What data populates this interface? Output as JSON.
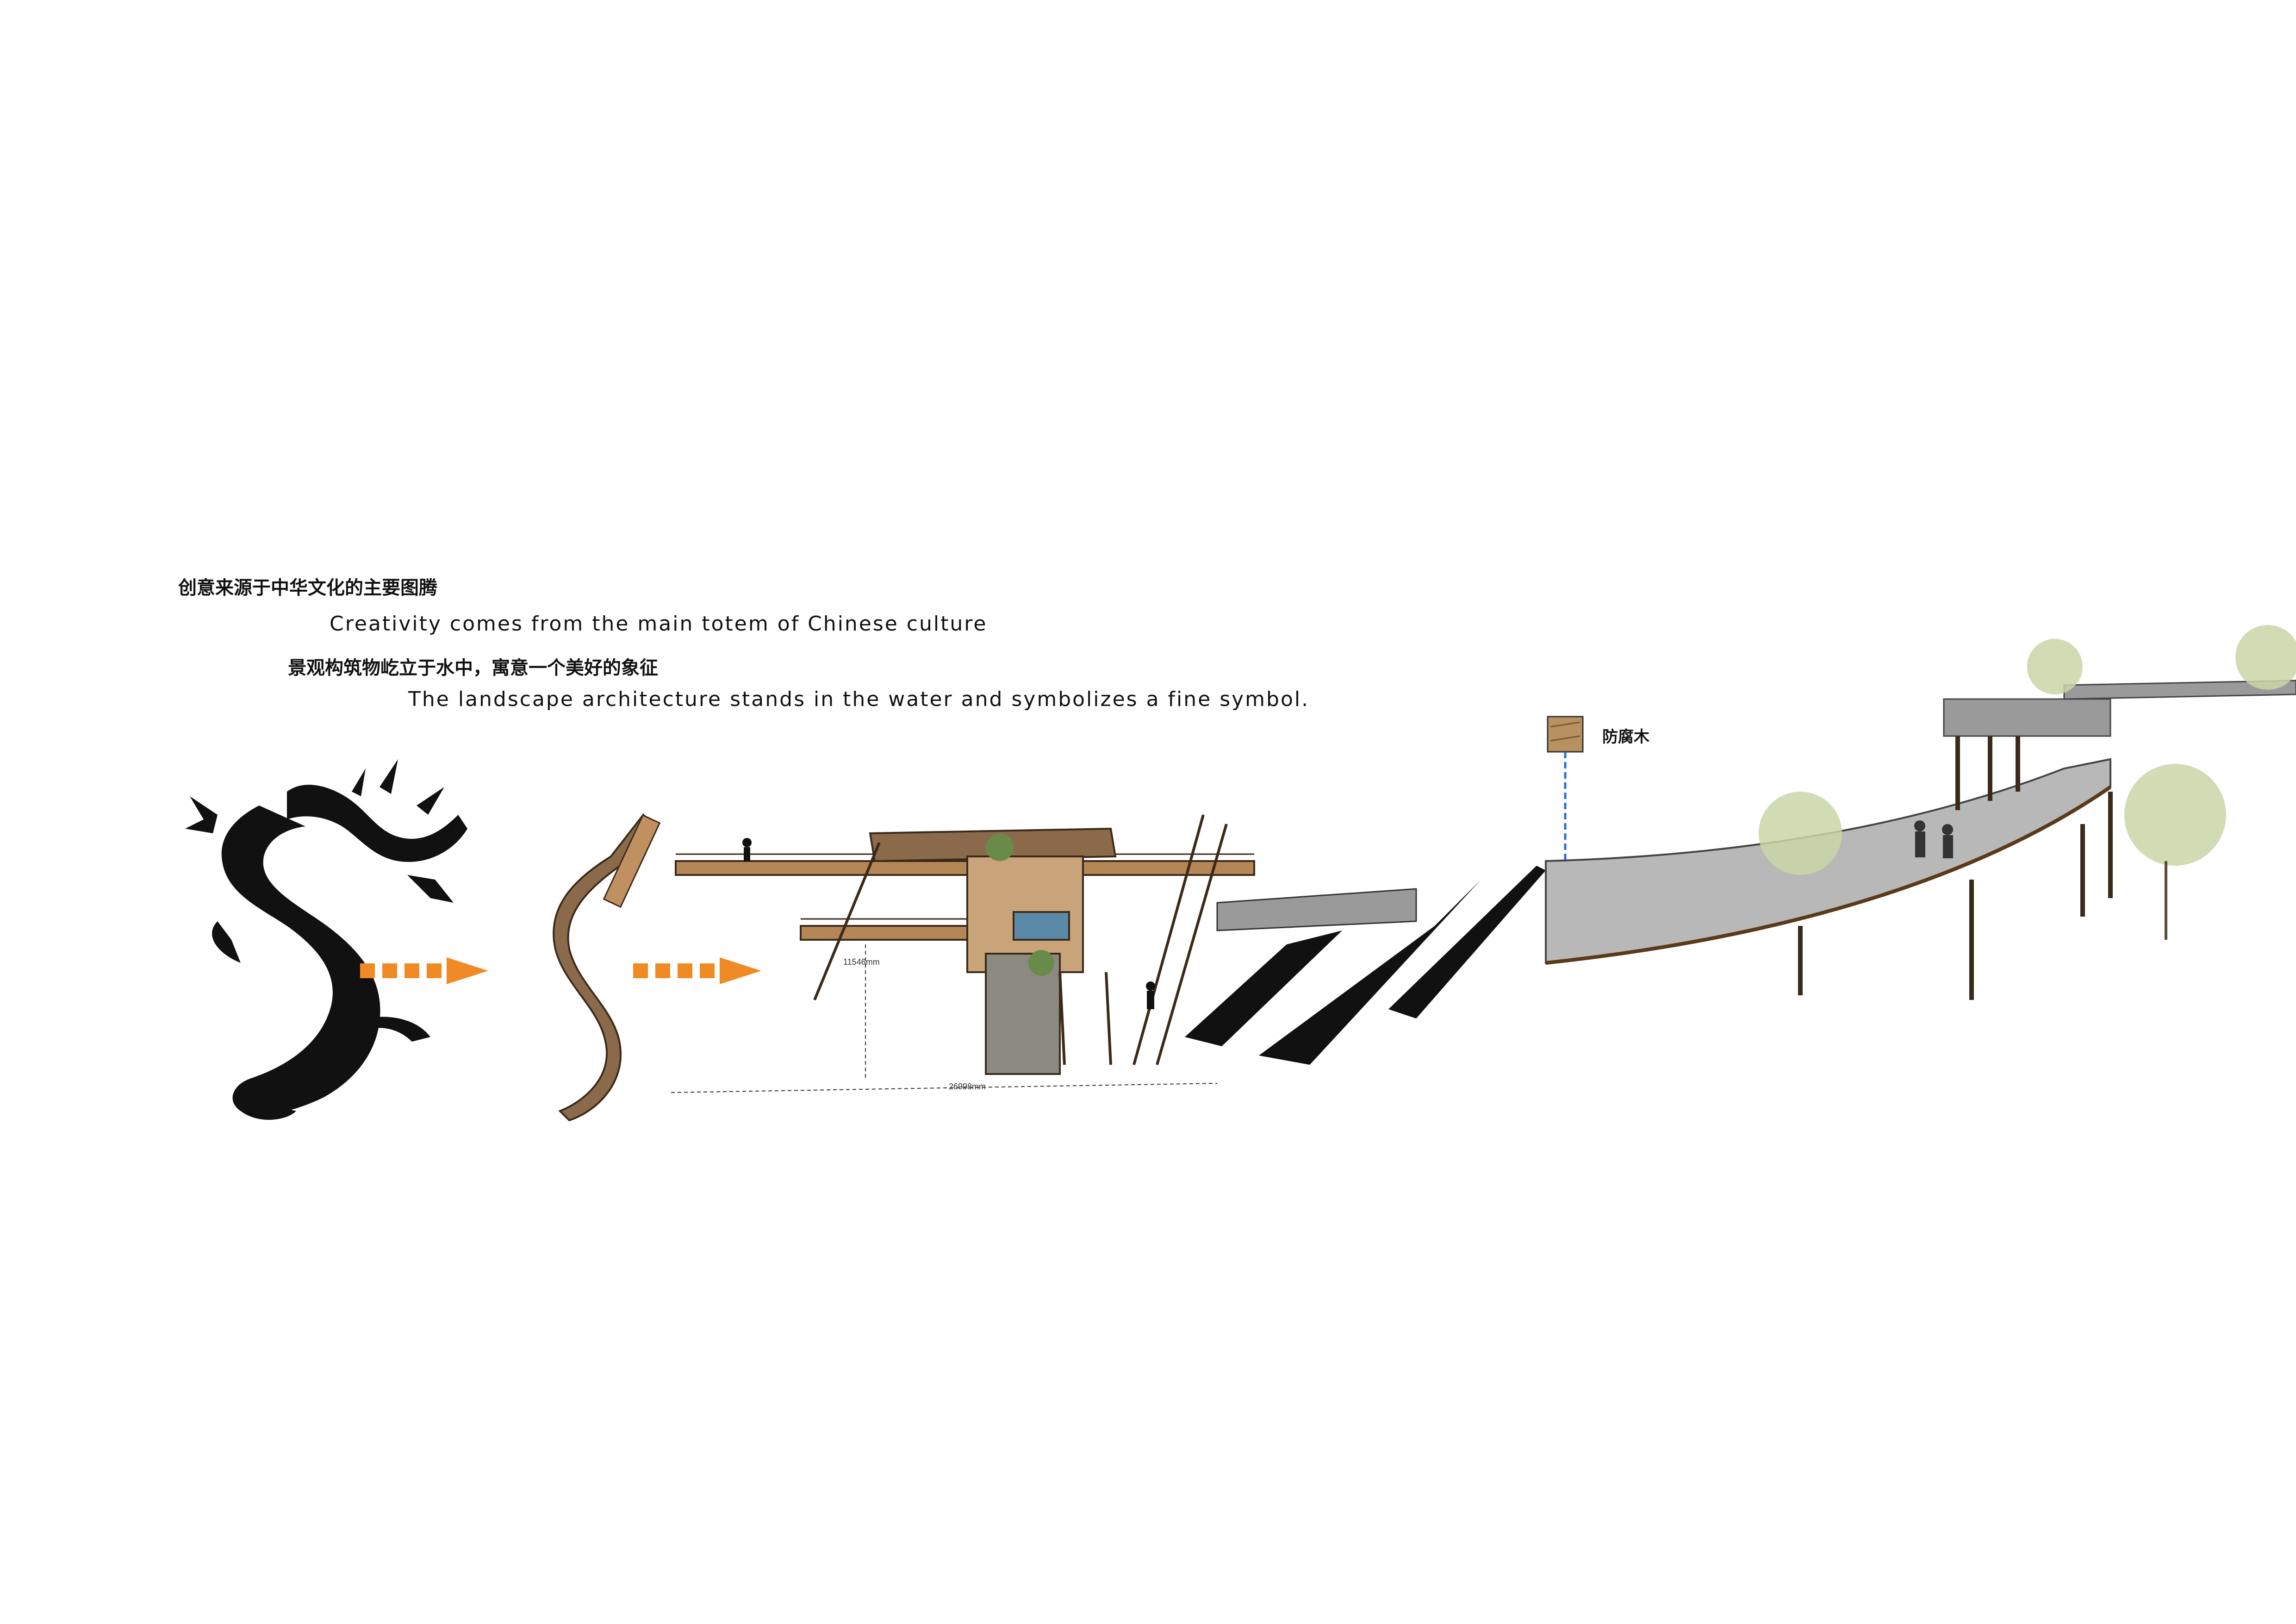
{
  "captions": {
    "cn_line1": "创意来源于中华文化的主要图腾",
    "en_line1": "Creativity comes from the main totem of Chinese culture",
    "cn_line2": "景观构筑物屹立于水中，寓意一个美好的象征",
    "en_line2": "The landscape architecture stands in the water and symbolizes a fine symbol."
  },
  "material": {
    "label": "防腐木",
    "swatch_icon": "wood-texture-icon"
  },
  "dimensions": {
    "height_label": "11546mm",
    "width_label": "26998mm"
  },
  "colors": {
    "arrow": "#f08a24",
    "ink": "#111111",
    "wood": "#a87a4a",
    "stone": "#8a8a80",
    "leader_line": "#2a6fd6"
  },
  "icons": [
    "dragon-icon",
    "arrow-right-icon",
    "wood-sketch-icon",
    "pavilion-elevation-icon",
    "boardwalk-render-icon"
  ]
}
